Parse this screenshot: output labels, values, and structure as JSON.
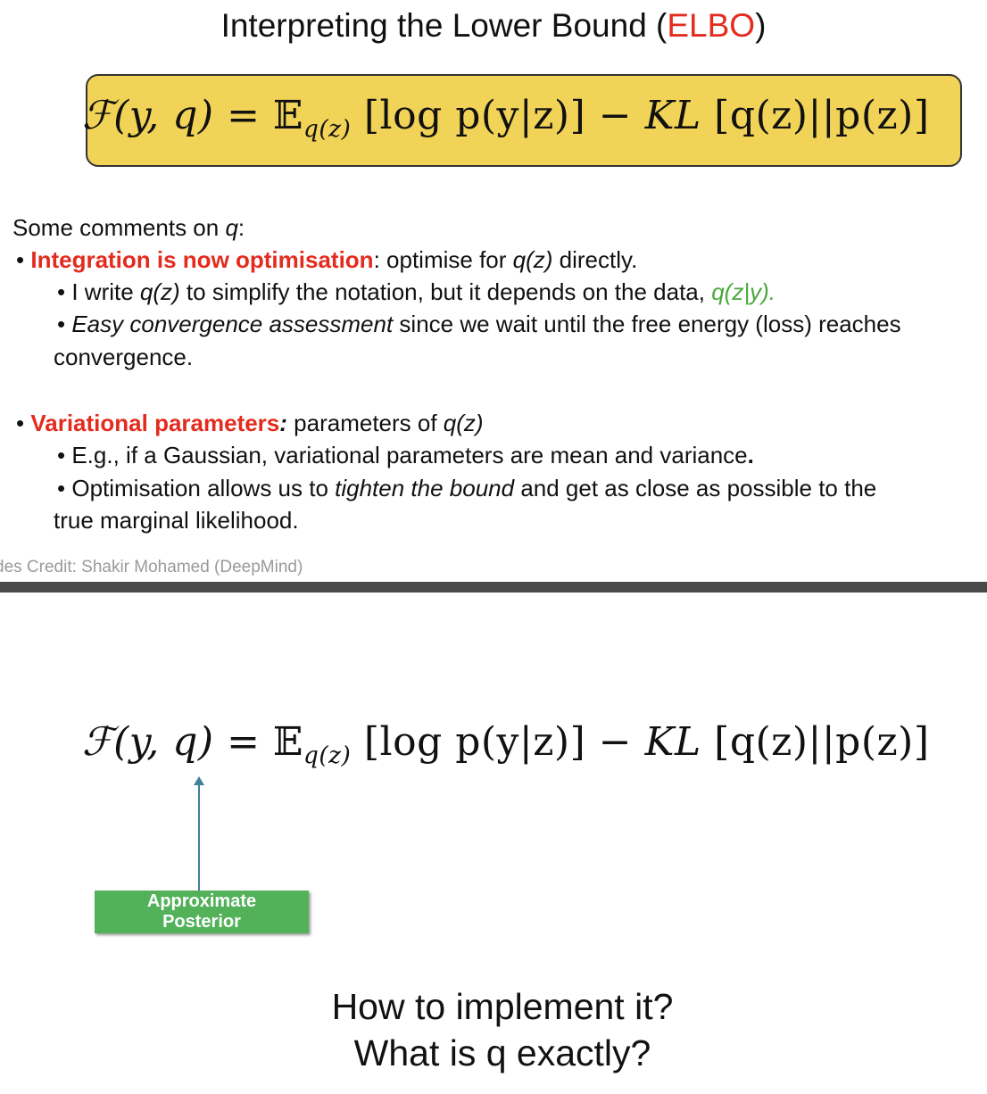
{
  "slide1": {
    "title_main": "Interpreting the Lower Bound (",
    "title_highlight": "ELBO",
    "title_end": ")",
    "equation": {
      "lhs": "ℱ(y, q)",
      "eq": " = ",
      "expect_E": "𝔼",
      "expect_sub": "q(z)",
      "expect_body": " [log p(y|z)] − ",
      "kl": "KL",
      "kl_body": " [q(z)||p(z)]"
    },
    "intro": "Some comments on ",
    "intro_q": "q",
    "intro_colon": ":",
    "bullet1": {
      "dot": "•",
      "highlight": "Integration is now optimisation",
      "rest_a": ": optimise for ",
      "rest_q": "q(z)",
      "rest_b": " directly."
    },
    "sub1a": {
      "dot": "•",
      "text_a": "I write ",
      "text_q": "q(z)",
      "text_b": " to simplify the notation, but it depends on the data, ",
      "text_green": "q(z|y)."
    },
    "sub1b": {
      "dot": "•",
      "italic": "Easy convergence assessment",
      "text": " since we wait until the free energy (loss) reaches",
      "line2": "convergence."
    },
    "bullet2": {
      "dot": "•",
      "highlight": "Variational parameters",
      "colon": ":",
      "rest_a": " parameters of ",
      "rest_q": "q(z)"
    },
    "sub2a": {
      "dot": "•",
      "text": "E.g., if a Gaussian, variational parameters are mean and variance",
      "end": "."
    },
    "sub2b": {
      "dot": "•",
      "text_a": "Optimisation allows us to ",
      "italic": "tighten the bound",
      "text_b": " and get as close as possible to the",
      "line2": "true marginal likelihood."
    },
    "credit": "des Credit: Shakir Mohamed (DeepMind)"
  },
  "slide2": {
    "equation": {
      "lhs": "ℱ(y, q)",
      "eq": " = ",
      "expect_E": "𝔼",
      "expect_sub": "q(z)",
      "expect_body": " [log p(y|z)] − ",
      "kl": "KL",
      "kl_body": " [q(z)||p(z)]"
    },
    "label_line1": "Approximate",
    "label_line2": "Posterior",
    "question_line1": "How to implement it?",
    "question_line2": "What is q exactly?"
  },
  "colors": {
    "accent_red": "#e32b1e",
    "accent_green": "#4aa83c",
    "equation_box": "#f1d357",
    "label_box": "#53b15a",
    "arrow": "#3f7f99",
    "divider": "#4a4a4a"
  }
}
